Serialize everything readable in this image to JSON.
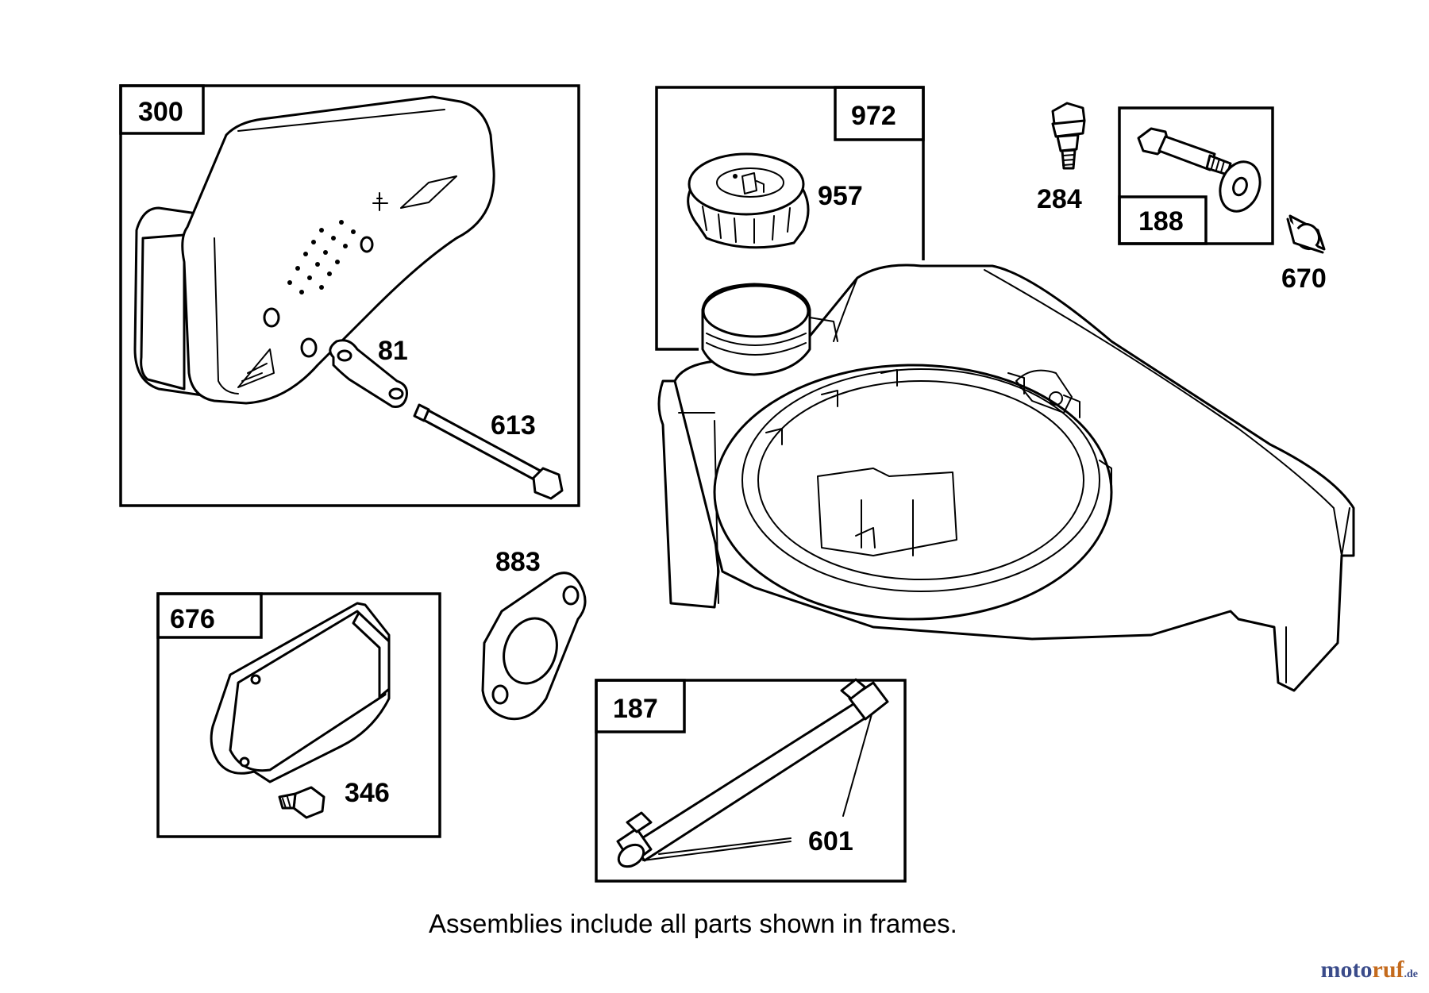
{
  "frames": {
    "f300": "300",
    "f972": "972",
    "f188": "188",
    "f676": "676",
    "f187": "187"
  },
  "labels": {
    "p957": "957",
    "p284": "284",
    "p670": "670",
    "p81": "81",
    "p613": "613",
    "p883": "883",
    "p346": "346",
    "p601": "601"
  },
  "caption": "Assemblies include all parts shown in frames.",
  "watermark": {
    "main": "moto",
    "accent": "ruf",
    "tld": ".de"
  },
  "colors": {
    "ink": "#000000",
    "watermark_blue": "#3a4b8a",
    "watermark_orange": "#c46a1c"
  }
}
